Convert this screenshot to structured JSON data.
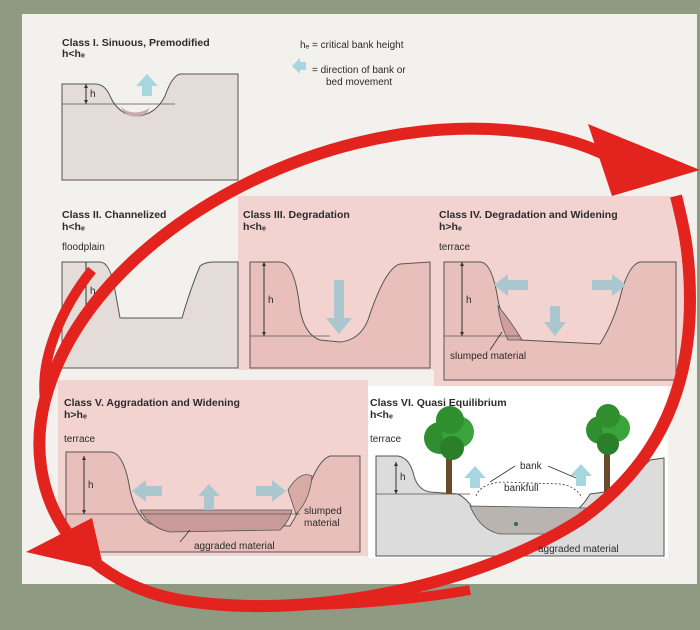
{
  "legend": {
    "critical_bank_height": "hₑ = critical bank height",
    "direction_line1": "= direction of bank or",
    "direction_line2": "bed movement"
  },
  "classes": [
    {
      "title": "Class I.  Sinuous, Premodified",
      "condition": "h<hₑ",
      "labels": {
        "h": "h"
      }
    },
    {
      "title": "Class II.  Channelized",
      "condition": "h<hₑ",
      "labels": {
        "floodplain": "floodplain",
        "h": "h"
      }
    },
    {
      "title": "Class III.  Degradation",
      "condition": "h<hₑ",
      "labels": {
        "h": "h"
      }
    },
    {
      "title": "Class IV.  Degradation and Widening",
      "condition": "h>hₑ",
      "labels": {
        "terrace": "terrace",
        "h": "h",
        "slumped": "slumped material"
      }
    },
    {
      "title": "Class V.  Aggradation and Widening",
      "condition": "h>hₑ",
      "labels": {
        "terrace": "terrace",
        "h": "h",
        "slumped1": "slumped",
        "slumped2": "material",
        "aggraded": "aggraded material"
      }
    },
    {
      "title": "Class VI.  Quasi Equilibrium",
      "condition": "h<hₑ",
      "labels": {
        "terrace": "terrace",
        "h": "h",
        "bank": "bank",
        "bankfull": "bankfull",
        "aggraded": "aggraded material"
      }
    }
  ],
  "colors": {
    "background": "#8f9a83",
    "paper": "#f3f1ee",
    "pink_panel": "#f2d3d0",
    "ground": "#e4dcd8",
    "arrow_red": "#e3231d",
    "movement_arrow": "#a8d6e0"
  }
}
